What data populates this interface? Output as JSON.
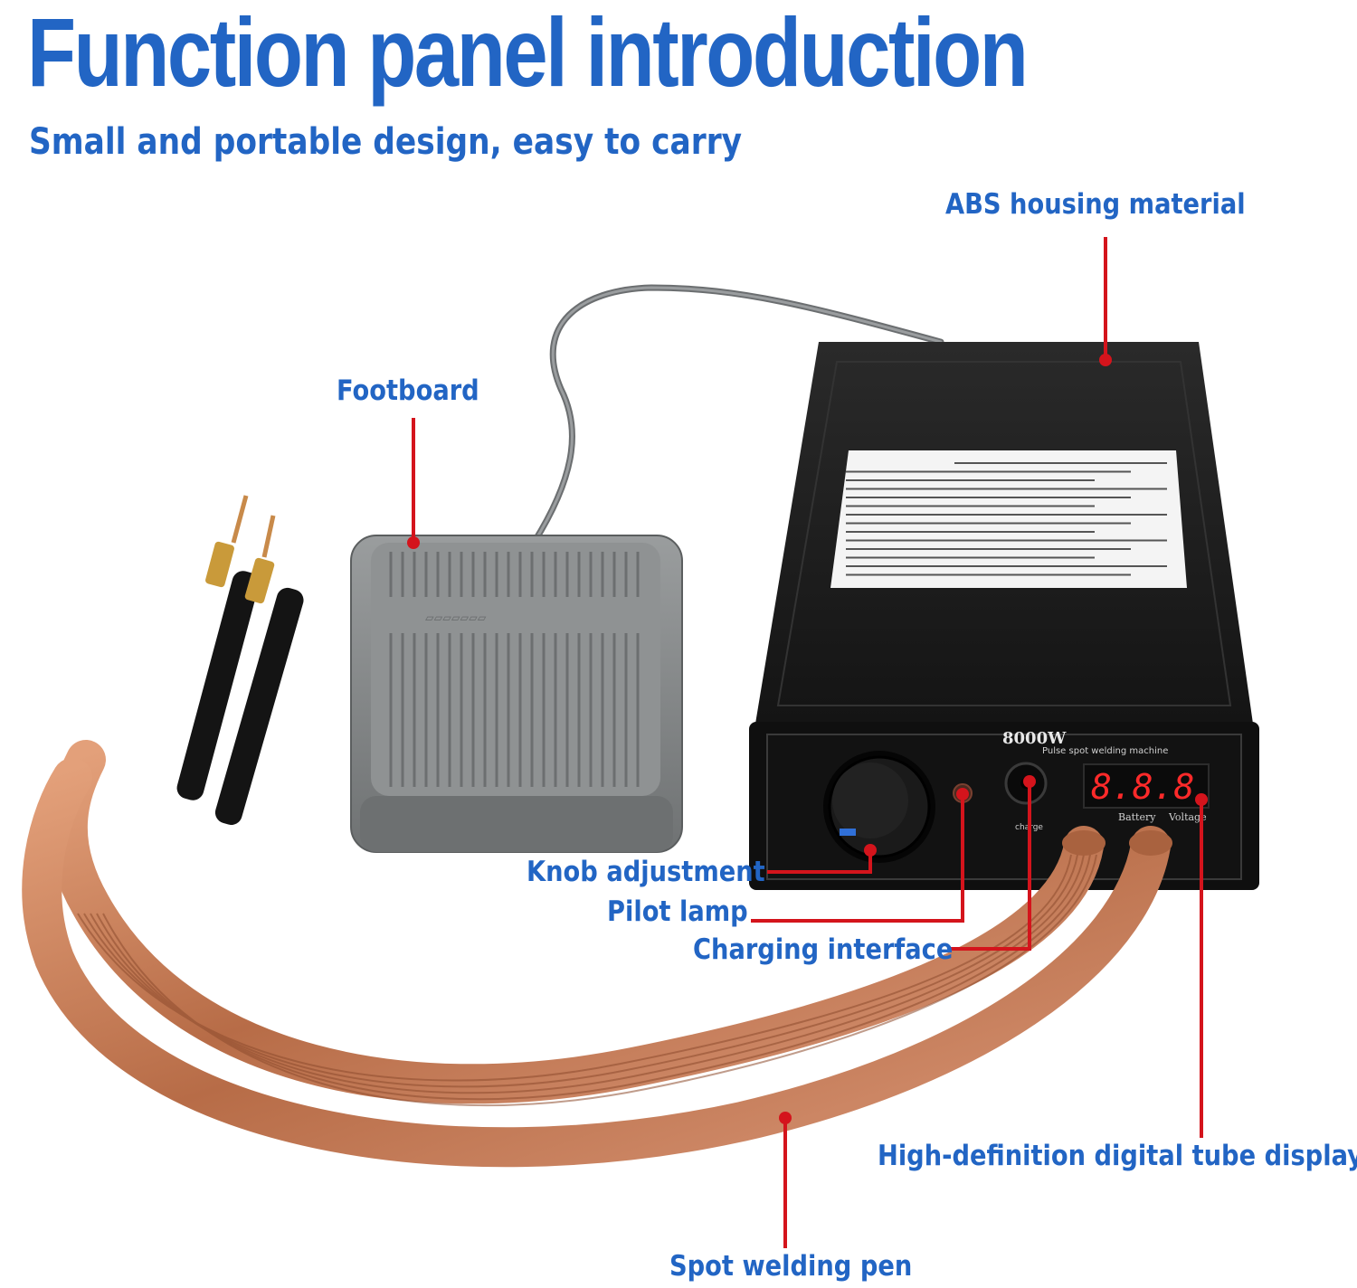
{
  "header": {
    "title": "Function panel introduction",
    "subtitle": "Small and portable design, easy to carry"
  },
  "callouts": {
    "abs_housing": "ABS housing material",
    "footboard": "Footboard",
    "knob": "Knob adjustment",
    "pilot_lamp": "Pilot lamp",
    "charging": "Charging interface",
    "display": "High-definition digital tube display",
    "pen": "Spot welding pen"
  },
  "device": {
    "power_label": "8000W",
    "model_label": "Pulse spot welding machine",
    "display_value": "8.8.8",
    "port_battery": "Battery",
    "port_voltage": "Voltage",
    "charge_label": "charge"
  },
  "colors": {
    "accent_blue": "#2265c4",
    "leader_red": "#d4141c",
    "device_black": "#1b1b1b",
    "pedal_gray": "#8a8d8e",
    "copper": "#c07a55"
  }
}
